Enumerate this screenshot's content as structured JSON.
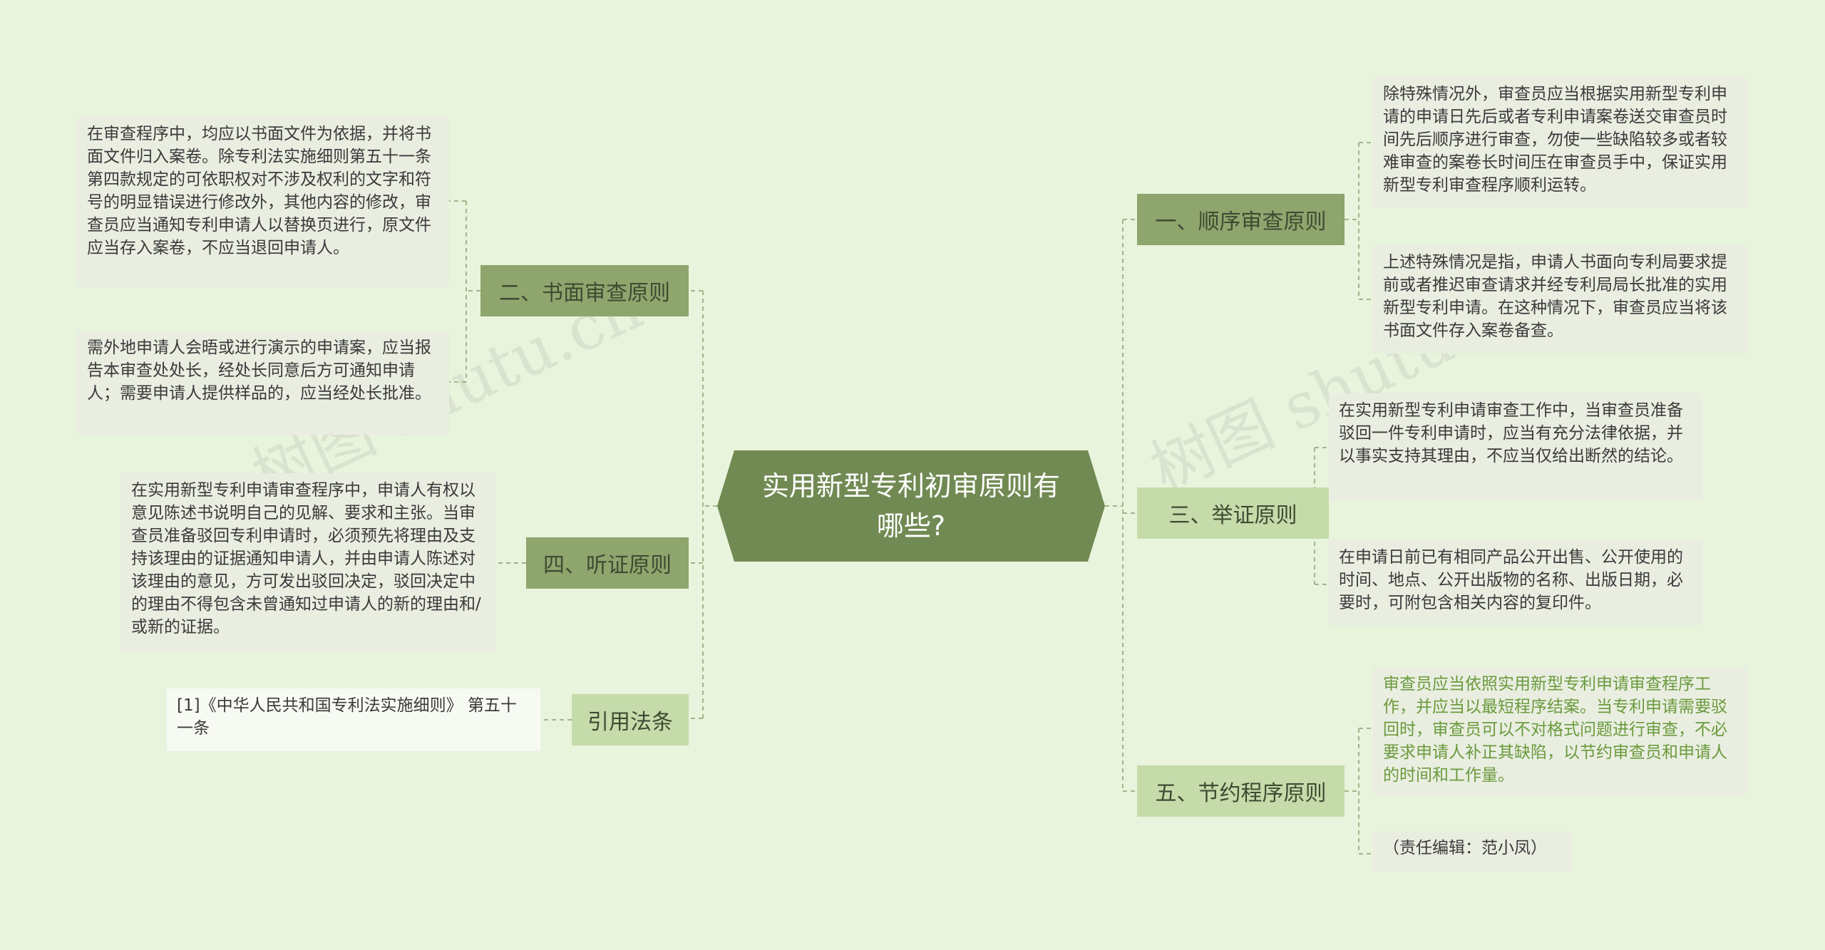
{
  "center": "实用新型专利初审原则有哪些?",
  "topics": {
    "sequence": "一、顺序审查原则",
    "written": "二、书面审查原则",
    "evidence": "三、举证原则",
    "hearing": "四、听证原则",
    "economy": "五、节约程序原则",
    "citation": "引用法条"
  },
  "leaves": {
    "written_1": "在审查程序中，均应以书面文件为依据，并将书面文件归入案卷。除专利法实施细则第五十一条第四款规定的可依职权对不涉及权利的文字和符号的明显错误进行修改外，其他内容的修改，审查员应当通知专利申请人以替换页进行，原文件应当存入案卷，不应当退回申请人。",
    "written_2": "需外地申请人会晤或进行演示的申请案，应当报告本审查处处长，经处长同意后方可通知申请人；需要申请人提供样品的，应当经处长批准。",
    "hearing_1": "在实用新型专利申请审查程序中，申请人有权以意见陈述书说明自己的见解、要求和主张。当审查员准备驳回专利申请时，必须预先将理由及支持该理由的证据通知申请人，并由申请人陈述对该理由的意见，方可发出驳回决定，驳回决定中的理由不得包含未曾通知过申请人的新的理由和/或新的证据。",
    "citation_1": "[1]《中华人民共和国专利法实施细则》 第五十一条",
    "sequence_1": "除特殊情况外，审查员应当根据实用新型专利申请的申请日先后或者专利申请案卷送交审查员时间先后顺序进行审查，勿使一些缺陷较多或者较难审查的案卷长时间压在审查员手中，保证实用新型专利审查程序顺利运转。",
    "sequence_2": "上述特殊情况是指，申请人书面向专利局要求提前或者推迟审查请求并经专利局局长批准的实用新型专利申请。在这种情况下，审查员应当将该书面文件存入案卷备查。",
    "evidence_1": "在实用新型专利申请审查工作中，当审查员准备驳回一件专利申请时，应当有充分法律依据，并以事实支持其理由，不应当仅给出断然的结论。",
    "evidence_2": "在申请日前已有相同产品公开出售、公开使用的时间、地点、公开出版物的名称、出版日期，必要时，可附包含相关内容的复印件。",
    "economy_1": "审查员应当依照实用新型专利申请审查程序工作，并应当以最短程序结案。当专利申请需要驳回时，审查员可以不对格式问题进行审查，不必要求申请人补正其缺陷，以节约审查员和申请人的时间和工作量。",
    "economy_2": "（责任编辑：范小凤）"
  },
  "watermark": [
    "树图 shutu.cn",
    "树图 shutu.cn"
  ],
  "colors": {
    "background": "#e8f4dc",
    "center": "#718a53",
    "topic_dark": "#8ea56d",
    "topic_light": "#c5dbaa",
    "leaf": "#e9eee1",
    "connector": "#a3b58a"
  }
}
